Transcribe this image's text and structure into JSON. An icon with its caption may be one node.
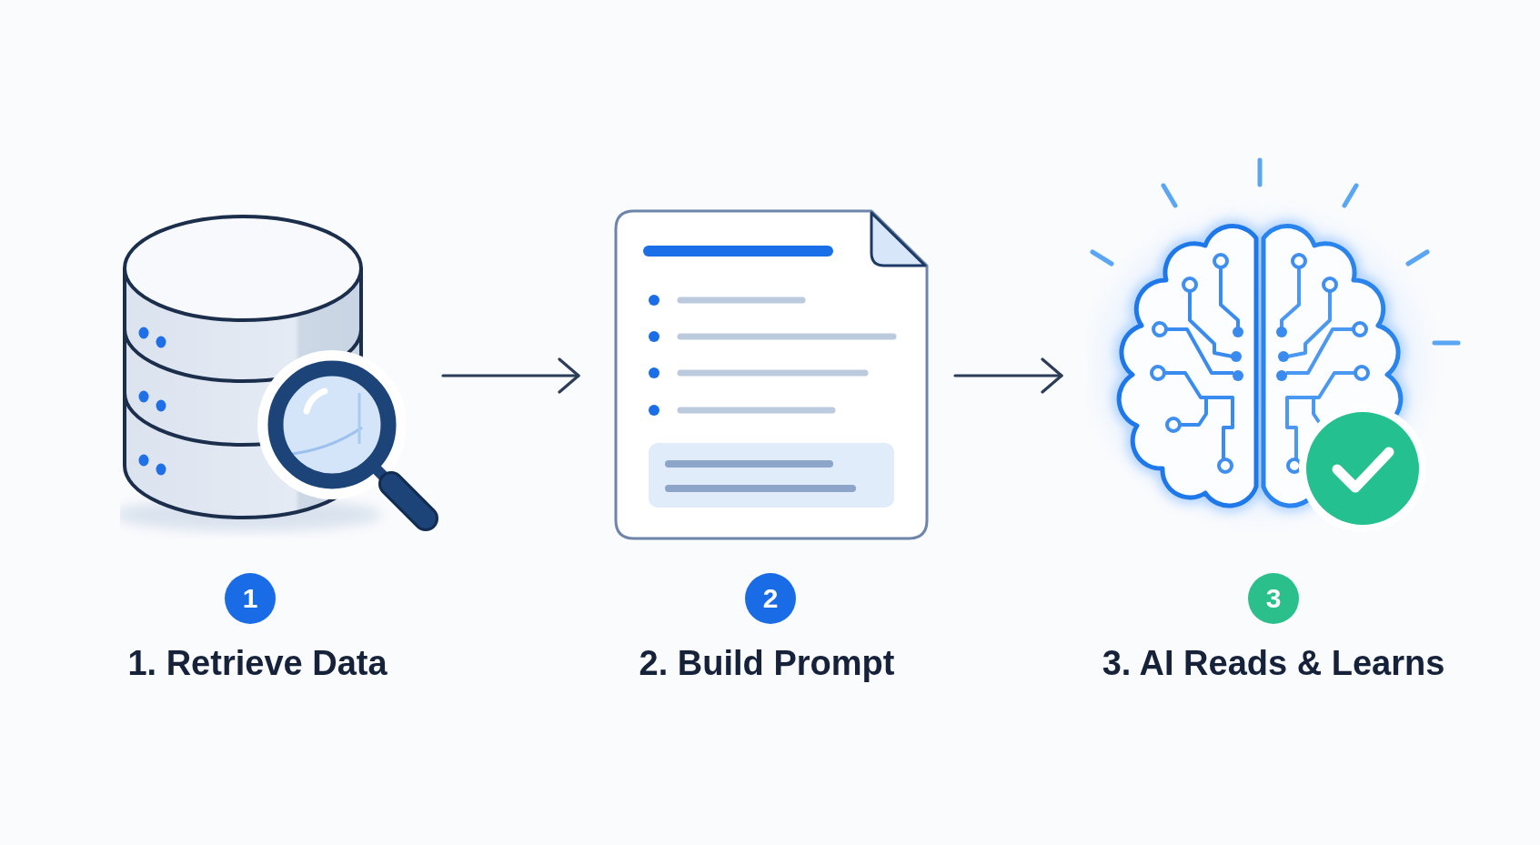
{
  "diagram": {
    "nodes": [
      {
        "text": [
          "1",
          "1. Retrieve Data"
        ]
      },
      {
        "text": [
          "2",
          "2. Build Prompt"
        ]
      },
      {
        "text": [
          "3",
          "3. AI Reads & Learns"
        ]
      }
    ],
    "edges": [
      {
        "from": 0,
        "to": 1,
        "arrow": "to"
      },
      {
        "from": 1,
        "to": 2,
        "arrow": "to"
      }
    ]
  }
}
